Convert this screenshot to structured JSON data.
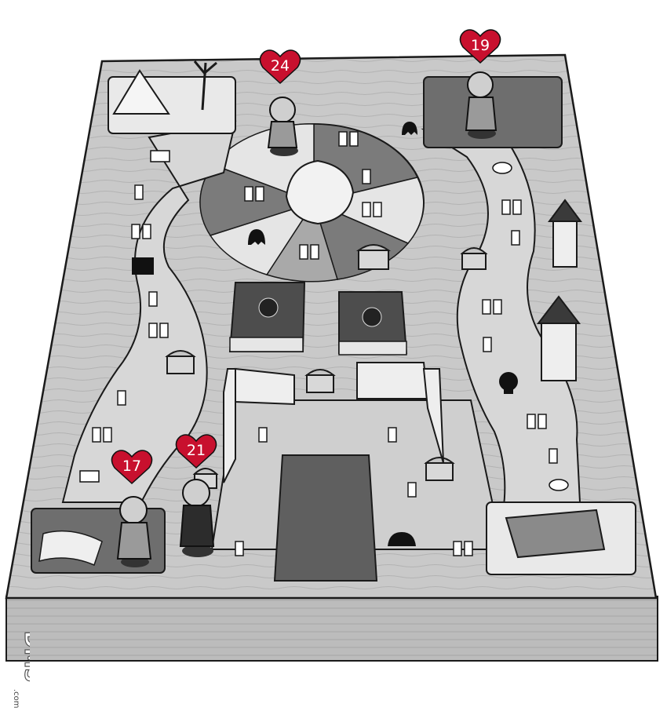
{
  "game": {
    "title": "",
    "player_tokens": [
      {
        "id": "p1",
        "hp": "24",
        "heart_color": "#c8102e"
      },
      {
        "id": "p2",
        "hp": "19",
        "heart_color": "#c8102e"
      },
      {
        "id": "p3",
        "hp": "17",
        "heart_color": "#c8102e"
      },
      {
        "id": "p4",
        "hp": "21",
        "heart_color": "#c8102e"
      }
    ],
    "decks": [
      {
        "name": "card-deck-left",
        "icon": "crown-emblem-icon"
      },
      {
        "name": "card-deck-right",
        "icon": "crown-emblem-icon"
      }
    ],
    "space_icons": [
      "ghost-icon",
      "skull-icon",
      "demon-icon",
      "candy-icon",
      "bread-icon",
      "slime-icon",
      "treasure-chest-icon"
    ],
    "palette": {
      "dark_tile": "#7a7a7a",
      "mid_tile": "#a9a9a9",
      "light_tile": "#e6e6e6",
      "board_top": "#cfcfcf",
      "board_side": "#bdbdbd",
      "outline": "#1a1a1a",
      "heart": "#c8102e"
    }
  },
  "watermark": {
    "brand": "DM5",
    "suffix": ".com"
  }
}
